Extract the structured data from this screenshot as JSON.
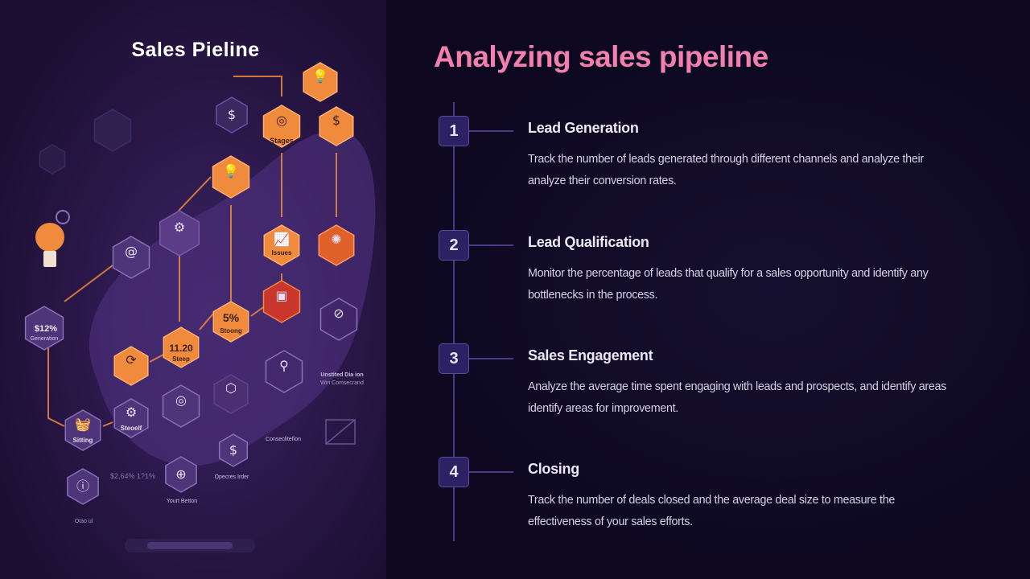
{
  "illustration": {
    "title": "Sales Pieline",
    "labels": {
      "stages": "Stages",
      "issues": "Issues",
      "gen_value": "$12%",
      "gen_label": "Generation",
      "steep_value": "11.20",
      "steep_label": "Steep",
      "stoong_value": "5%",
      "stoong_label": "Stoong",
      "sitting": "Sitting",
      "steoelf": "Steoelf",
      "yourt_button": "Yourt Betton",
      "opecres": "Opecres Irder",
      "otao": "Otao ul",
      "small_stats": "$2,64% 1?1%",
      "note1": "Unstited Dia ion",
      "note2": "Win Comsecrand",
      "note3": "Conseclitefion"
    },
    "colors": {
      "orange": "#f08a3c",
      "red": "#c8362e",
      "purple": "#5a3d86"
    }
  },
  "slide": {
    "title": "Analyzing sales pipeline",
    "title_color": "#f27fae",
    "steps": [
      {
        "number": "1",
        "heading": "Lead Generation",
        "lines": [
          "Track the number of leads generated through different channels and analyze their",
          "analyze their conversion rates."
        ]
      },
      {
        "number": "2",
        "heading": "Lead Qualification",
        "lines": [
          "Monitor the percentage of leads that qualify for a sales opportunity and identify any",
          "bottlenecks in the process."
        ]
      },
      {
        "number": "3",
        "heading": "Sales Engagement",
        "lines": [
          "Analyze the average time spent engaging with leads and prospects, and identify areas",
          "identify areas for improvement."
        ]
      },
      {
        "number": "4",
        "heading": "Closing",
        "lines": [
          "Track the number of deals closed and the average deal size to measure the",
          "effectiveness of your sales efforts."
        ]
      }
    ]
  }
}
